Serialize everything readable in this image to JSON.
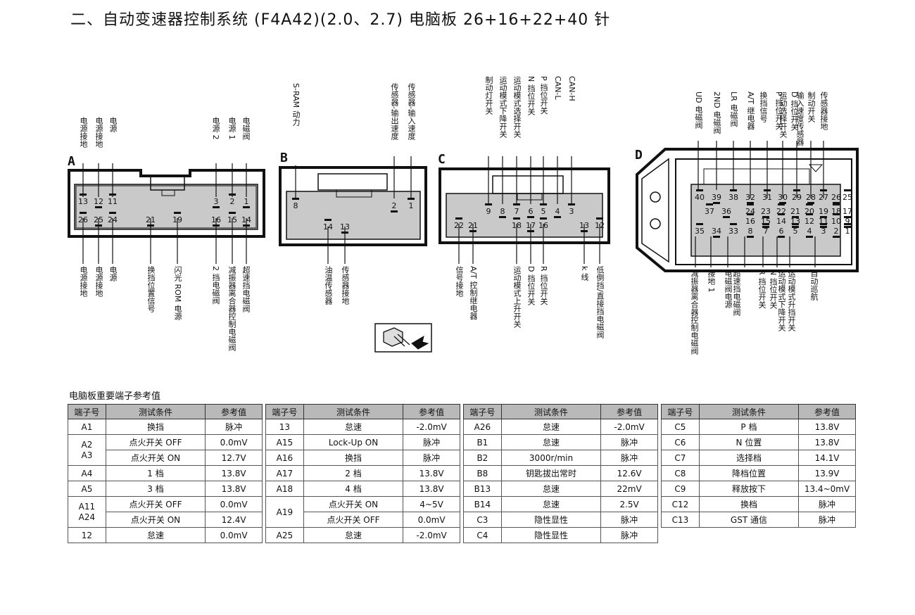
{
  "page": {
    "title": "二、自动变速器控制系统 (F4A42)(2.0、2.7) 电脑板 26+16+22+40 针"
  },
  "connectors": {
    "A": {
      "label": "A",
      "top_pins": [
        "13",
        "12",
        "11",
        "3",
        "2",
        "1"
      ],
      "bottom_pins": [
        "26",
        "25",
        "24",
        "21",
        "19",
        "16",
        "15",
        "14"
      ],
      "top_labels": [
        "电源接地",
        "电源接地",
        "电源",
        "电源 2",
        "电源 1",
        "电磁阀"
      ],
      "bottom_labels": [
        "电源接地",
        "电源接地",
        "电源",
        "换挡位置信号",
        "闪光 ROM 电源",
        "2 挡电磁阀",
        "减振器离合器控制电磁阀",
        "超速挡电磁阀"
      ]
    },
    "B": {
      "label": "B",
      "top_pins": [
        "8",
        "2",
        "1"
      ],
      "bottom_pins": [
        "14",
        "13"
      ],
      "top_labels": [
        "S-RAM 动力",
        "传感器-输出速度",
        "传感器-输入速度"
      ],
      "bottom_labels": [
        "油温传感器",
        "传感器接地"
      ]
    },
    "C": {
      "label": "C",
      "top_pins": [
        "9",
        "8",
        "7",
        "6",
        "5",
        "4",
        "3"
      ],
      "bottom_pins": [
        "22",
        "21",
        "18",
        "17",
        "16",
        "13",
        "12"
      ],
      "top_labels": [
        "制动灯开关",
        "运动模式下降开关",
        "运动模式选择开关",
        "N 挡位开关",
        "P 挡位开关",
        "CAN-L",
        "CAN-H"
      ],
      "bottom_labels": [
        "信号接地",
        "A/T 控制继电器",
        "运动模式上升开关",
        "D 挡位开关",
        "R 挡位开关",
        "k 线",
        "低倒挡/直接挡电磁阀"
      ]
    },
    "D": {
      "label": "D",
      "row1": [
        "40",
        "39",
        "38",
        "32",
        "31",
        "30",
        "29",
        "28",
        "27",
        "26",
        "25"
      ],
      "row2": [
        "37",
        "36",
        "24",
        "23",
        "22",
        "21",
        "20",
        "19",
        "18",
        "17"
      ],
      "row3": [
        "16",
        "15",
        "14",
        "13",
        "12",
        "11",
        "10",
        "9"
      ],
      "row4": [
        "35",
        "34",
        "33",
        "8",
        "7",
        "6",
        "5",
        "4",
        "3",
        "2",
        "1"
      ],
      "top_labels": [
        "UD 电磁阀",
        "2ND 电磁阀",
        "LR 电磁阀",
        "A/T 继电器",
        "换挡信号",
        "P 挡位开关",
        "运动选择开关",
        "D 挡位开关",
        "输入速度传感器",
        "制动开关",
        "传感器接地"
      ],
      "bottom_labels": [
        "减振器离合器控制电磁阀",
        "接地 1",
        "电磁阀电源",
        "超速挡电磁阀",
        "R 挡位开关",
        "N 挡位开关",
        "运动模式下降开关",
        "运动模式升挡开关",
        "自动巡航"
      ]
    }
  },
  "table_caption": "电脑板重要端子参考值",
  "tables": {
    "headers": [
      "端子号",
      "测试条件",
      "参考值"
    ],
    "t1": [
      [
        "A1",
        "换挡",
        "脉冲"
      ],
      [
        "A2",
        "点火开关 OFF",
        "0.0mV"
      ],
      [
        "A3",
        "点火开关 ON",
        "12.7V"
      ],
      [
        "A4",
        "1 档",
        "13.8V"
      ],
      [
        "A5",
        "3 档",
        "13.8V"
      ],
      [
        "A11",
        "点火开关 OFF",
        "0.0mV"
      ],
      [
        "A24",
        "点火开关 ON",
        "12.4V"
      ],
      [
        "12",
        "怠速",
        "0.0mV"
      ]
    ],
    "t2": [
      [
        "13",
        "怠速",
        "-2.0mV"
      ],
      [
        "A15",
        "Lock-Up ON",
        "脉冲"
      ],
      [
        "A16",
        "换挡",
        "脉冲"
      ],
      [
        "A17",
        "2 档",
        "13.8V"
      ],
      [
        "A18",
        "4 档",
        "13.8V"
      ],
      [
        "A19",
        "点火开关 ON",
        "4~5V"
      ],
      [
        "",
        "点火开关 OFF",
        "0.0mV"
      ],
      [
        "A25",
        "怠速",
        "-2.0mV"
      ]
    ],
    "t3": [
      [
        "A26",
        "怠速",
        "-2.0mV"
      ],
      [
        "B1",
        "怠速",
        "脉冲"
      ],
      [
        "B2",
        "3000r/min",
        "脉冲"
      ],
      [
        "B8",
        "钥匙拔出常时",
        "12.6V"
      ],
      [
        "B13",
        "怠速",
        "22mV"
      ],
      [
        "B14",
        "怠速",
        "2.5V"
      ],
      [
        "C3",
        "隐性显性",
        "脉冲"
      ],
      [
        "C4",
        "隐性显性",
        "脉冲"
      ]
    ],
    "t4": [
      [
        "C5",
        "P 档",
        "13.8V"
      ],
      [
        "C6",
        "N 位置",
        "13.8V"
      ],
      [
        "C7",
        "选择档",
        "14.1V"
      ],
      [
        "C8",
        "降档位置",
        "13.9V"
      ],
      [
        "C9",
        "释放按下",
        "13.4~0mV"
      ],
      [
        "C12",
        "换档",
        "脉冲"
      ],
      [
        "C13",
        "GST 通信",
        "脉冲"
      ]
    ]
  }
}
